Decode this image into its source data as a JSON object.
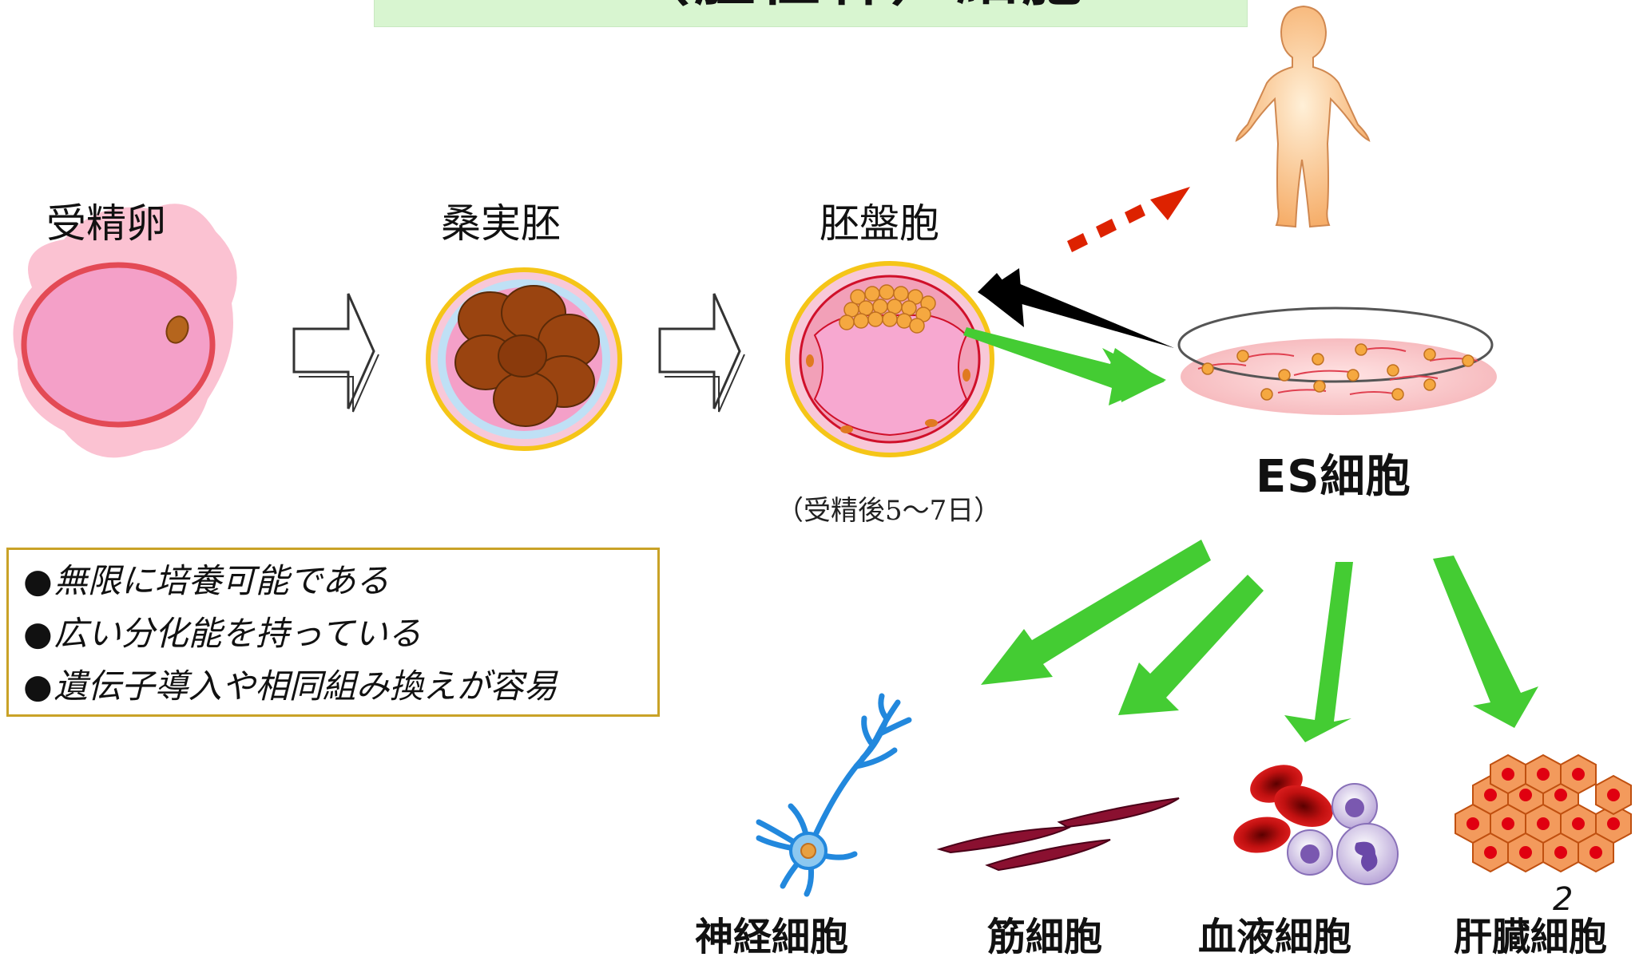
{
  "title": "ES（胚性幹）細胞",
  "stages": {
    "zygote": "受精卵",
    "morula": "桑実胚",
    "blastocyst": "胚盤胞"
  },
  "blastocyst_note": "（受精後5〜7日）",
  "es_cell_label": "ES細胞",
  "properties": [
    "無限に培養可能である",
    "広い分化能を持っている",
    "遺伝子導入や相同組み換えが容易"
  ],
  "bullet": "●",
  "cell_types": {
    "neuron": "神経細胞",
    "muscle": "筋細胞",
    "blood": "血液細胞",
    "liver": "肝臓細胞"
  },
  "page_number": "2",
  "colors": {
    "green_arrow": "#44cc33",
    "red_dotted_arrow": "#dd2200",
    "black_arrow": "#000000",
    "title_background": "#d8f5d0",
    "egg_pink": "#f7a8c8",
    "border_gold": "#c9a227"
  }
}
